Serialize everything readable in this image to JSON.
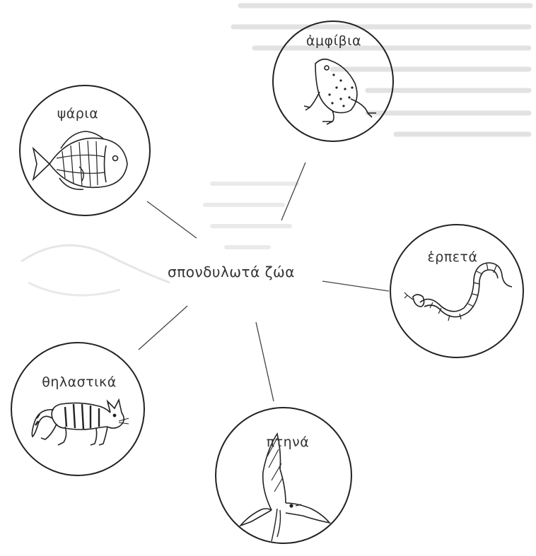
{
  "center": {
    "label": "σπονδυλωτά ζώα"
  },
  "nodes": [
    {
      "id": "fish",
      "label": "ψάρια",
      "icon": "fish-icon"
    },
    {
      "id": "amphibians",
      "label": "ἀμφίβια",
      "icon": "frog-icon"
    },
    {
      "id": "reptiles",
      "label": "ἑρπετά",
      "icon": "snake-icon"
    },
    {
      "id": "birds",
      "label": "πτηνά",
      "icon": "bird-icon"
    },
    {
      "id": "mammals",
      "label": "θηλαστικά",
      "icon": "cat-icon"
    }
  ],
  "colors": {
    "ink": "#222222",
    "bleed_through": "#d8d8d8",
    "background": "#ffffff"
  }
}
